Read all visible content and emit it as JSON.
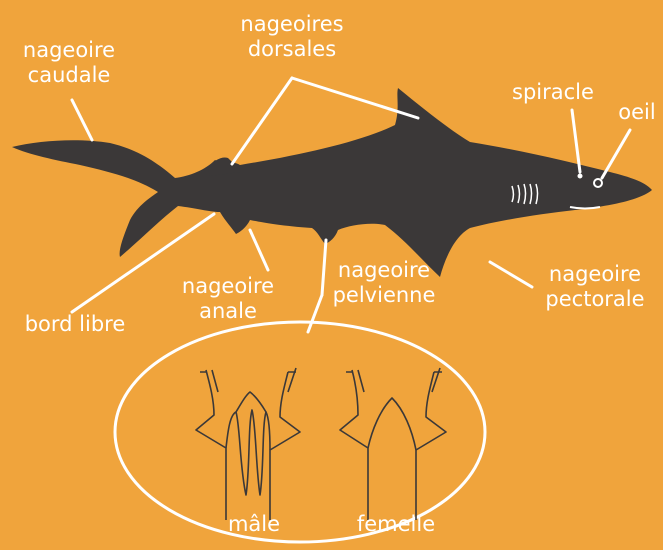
{
  "labels": {
    "caudal": [
      "nageoire",
      "caudale"
    ],
    "dorsal": [
      "nageoires",
      "dorsales"
    ],
    "spiracle": "spiracle",
    "eye": "oeil",
    "pectoral": [
      "nageoire",
      "pectorale"
    ],
    "pelvic": [
      "nageoire",
      "pelvienne"
    ],
    "anal": [
      "nageoire",
      "anale"
    ],
    "free_edge": "bord libre",
    "male": "mâle",
    "female": "femelle"
  },
  "colors": {
    "background": "#F0A43C",
    "shark": "#3B3838",
    "line": "#FFFFFF",
    "text": "#FFFFFF"
  }
}
